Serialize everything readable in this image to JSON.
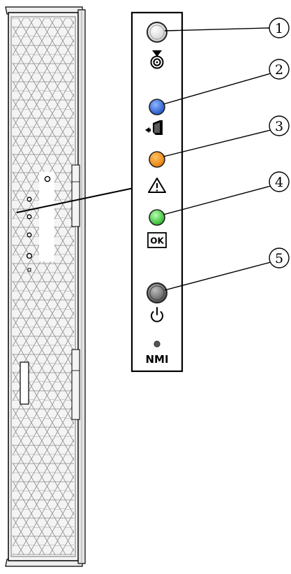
{
  "figure": {
    "callouts": [
      "1",
      "2",
      "3",
      "4",
      "5"
    ],
    "labels": {
      "ok": "OK",
      "nmi": "NMI"
    },
    "components": {
      "locator_button": "locator-button",
      "ready_to_remove_led": "ready-to-remove-led",
      "service_required_led": "service-required-led",
      "ok_led": "ok-led",
      "power_button": "power-button",
      "nmi_button": "nmi-button"
    },
    "colors": {
      "locator": "#e8e8e8",
      "ready_to_remove": "#2a62d6",
      "service_required": "#f08a0a",
      "ok": "#2fc22f",
      "power": "#707070",
      "outline": "#000000",
      "chassis": "#f4f4f4"
    }
  }
}
